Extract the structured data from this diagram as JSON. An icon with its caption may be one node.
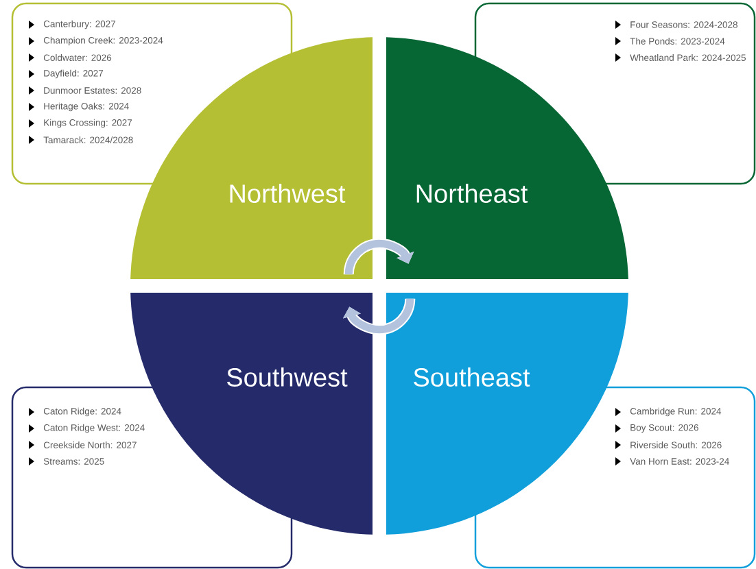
{
  "diagram": {
    "nodes": [
      {
        "text": [
          "Canterbury: 2027",
          "Champion Creek: 2023-2024",
          "Coldwater: 2026",
          "Dayfield: 2027",
          "Dunmoor Estates: 2028",
          "Heritage Oaks: 2024",
          "Kings Crossing: 2027",
          "Tamarack: 2024/2028"
        ]
      },
      {
        "text": [
          "Four Seasons: 2024-2028",
          "The Ponds: 2023-2024",
          "Wheatland Park: 2024-2025"
        ]
      },
      {
        "text": [
          "Northwest"
        ]
      },
      {
        "text": [
          "Northeast"
        ]
      },
      {
        "text": [
          "Southwest"
        ]
      },
      {
        "text": [
          "Southeast"
        ]
      },
      {
        "text": [
          "Caton Ridge: 2024",
          "Caton Ridge West: 2024",
          "Creekside North: 2027",
          "Streams: 2025"
        ]
      },
      {
        "text": [
          "Cambridge Run: 2024",
          "Boy Scout: 2026",
          "Riverside South: 2026",
          "Van Horn East: 2023-24"
        ]
      }
    ],
    "edges": [
      {
        "from": 2,
        "to": 3,
        "arrow": "to"
      },
      {
        "from": 5,
        "to": 4,
        "arrow": "to"
      }
    ]
  }
}
